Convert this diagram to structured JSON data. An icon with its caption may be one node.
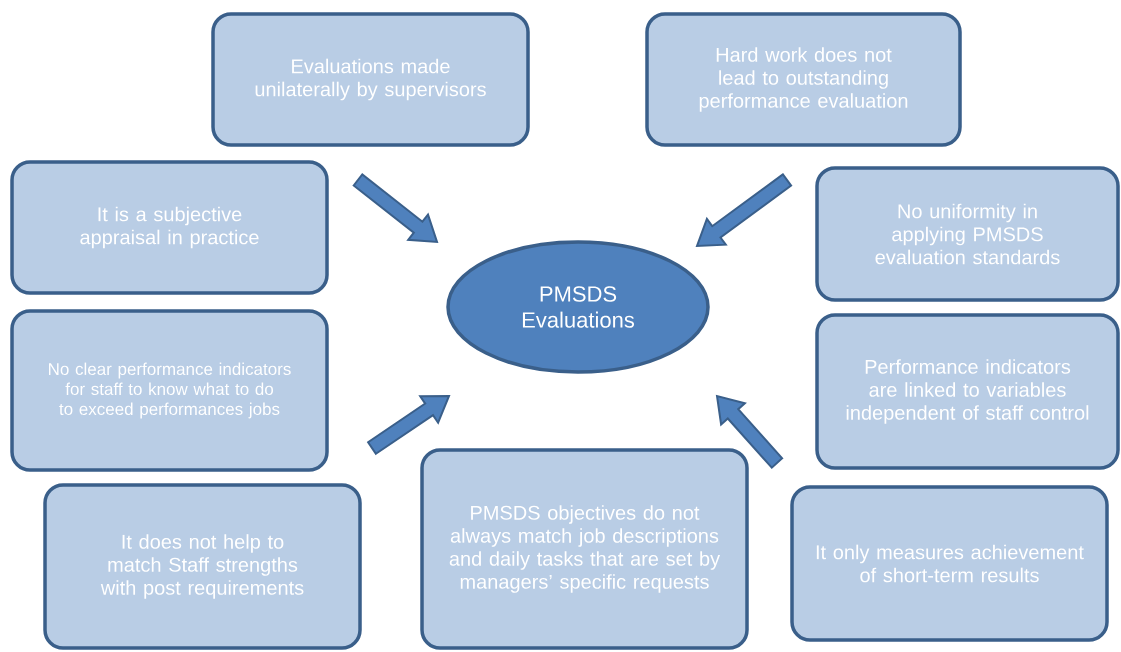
{
  "diagram": {
    "nodes": [
      {
        "text": [
          "Evaluations made unilaterally by supervisors"
        ]
      },
      {
        "text": [
          "Hard work does not lead to outstanding performance evaluation"
        ]
      },
      {
        "text": [
          "It is a subjective appraisal in practice"
        ]
      },
      {
        "text": [
          "No uniformity in applying PMSDS evaluation standards"
        ]
      },
      {
        "text": [
          "PMSDS Evaluations"
        ]
      },
      {
        "text": [
          "No clear performance indicators for staff to know what to do to exceed performances jobs"
        ]
      },
      {
        "text": [
          "Performance indicators are linked to variables independent of staff control"
        ]
      },
      {
        "text": [
          "It does not help to match Staff strengths with post requirements"
        ]
      },
      {
        "text": [
          "PMSDS objectives do not always match job descriptions and daily tasks that are set by managers’ specific requests"
        ]
      },
      {
        "text": [
          "It only measures achievement of short-term results"
        ]
      }
    ],
    "edges": [
      {
        "from": null,
        "to": 4,
        "arrow": "to"
      },
      {
        "from": null,
        "to": 4,
        "arrow": "to"
      },
      {
        "from": null,
        "to": 4,
        "arrow": "to"
      },
      {
        "from": null,
        "to": 4,
        "arrow": "to"
      }
    ]
  }
}
